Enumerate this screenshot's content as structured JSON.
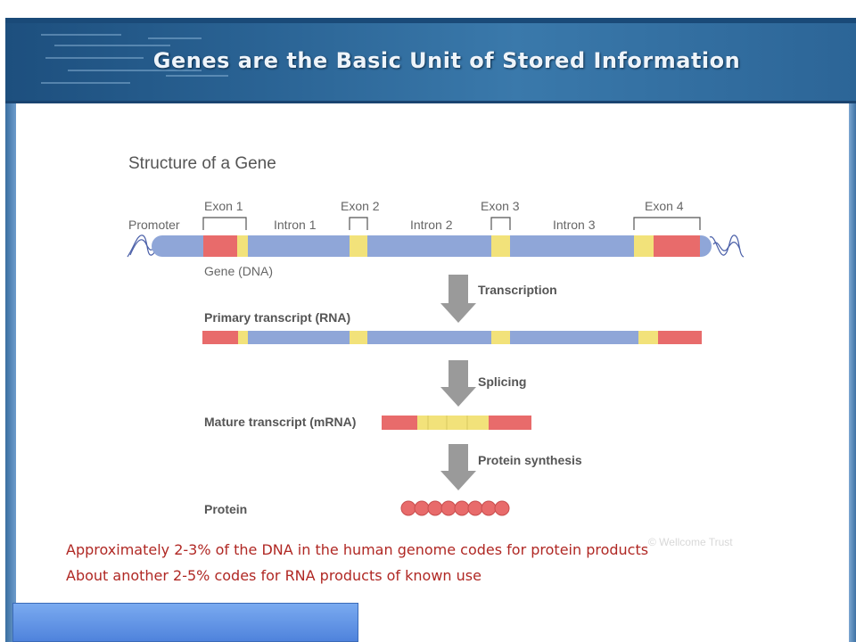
{
  "slide": {
    "title": "Genes are the Basic Unit of Stored Information",
    "caption_line1": "Approximately 2-3% of the DNA in the human genome codes for protein products",
    "caption_line2": "About another 2-5% codes for RNA products of known use"
  },
  "diagram": {
    "heading": "Structure of a Gene",
    "promoter_label": "Promoter",
    "exons": [
      "Exon 1",
      "Exon 2",
      "Exon 3",
      "Exon 4"
    ],
    "introns": [
      "Intron 1",
      "Intron 2",
      "Intron 3"
    ],
    "gene_label": "Gene (DNA)",
    "steps": [
      "Transcription",
      "Splicing",
      "Protein synthesis"
    ],
    "primary_label": "Primary transcript (RNA)",
    "mature_label": "Mature transcript (mRNA)",
    "protein_label": "Protein",
    "watermark": "© Wellcome Trust"
  },
  "colors": {
    "intron": "#8fa6d8",
    "exon_coding": "#e86b6b",
    "exon_yellow": "#f2e27a",
    "arrow": "#9a9a9a",
    "caption": "#b02824",
    "header": "#2a6394"
  }
}
